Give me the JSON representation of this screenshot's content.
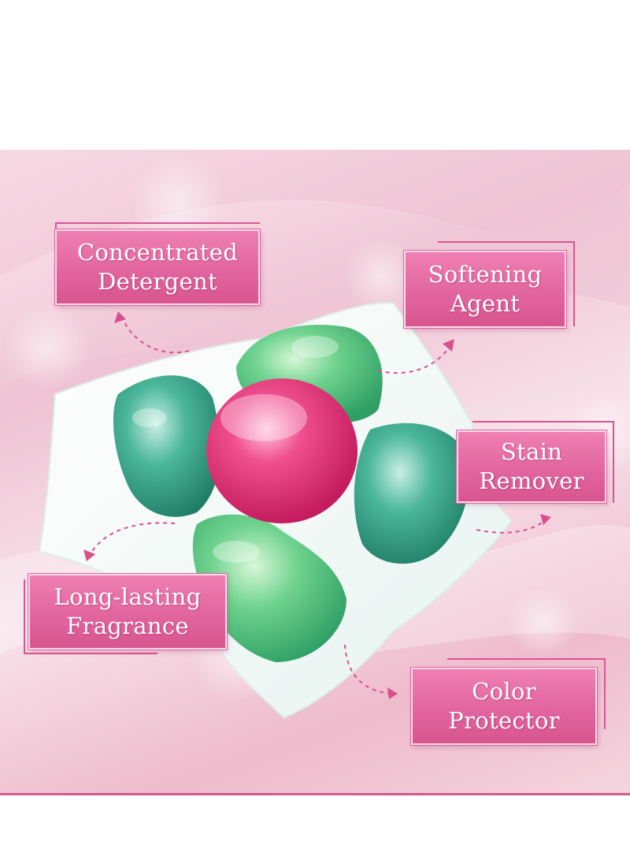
{
  "features": [
    {
      "id": "concentrated-detergent",
      "lines": [
        "Concentrated",
        "Detergent"
      ]
    },
    {
      "id": "softening-agent",
      "lines": [
        "Softening",
        "Agent"
      ]
    },
    {
      "id": "stain-remover",
      "lines": [
        "Stain",
        "Remover"
      ]
    },
    {
      "id": "long-lasting-fragrance",
      "lines": [
        "Long-lasting",
        "Fragrance"
      ]
    },
    {
      "id": "color-protector",
      "lines": [
        "Color",
        "Protector"
      ]
    }
  ],
  "colors": {
    "label_pink": "#e2659f",
    "arrow_pink": "#d8508c",
    "pod_pink": "#e63a7a",
    "pod_green": "#4fbf84",
    "pod_teal": "#2f9f86",
    "background_pink": "#f3cfdc"
  },
  "icons": [
    "curved-dashed-arrow-icon"
  ]
}
